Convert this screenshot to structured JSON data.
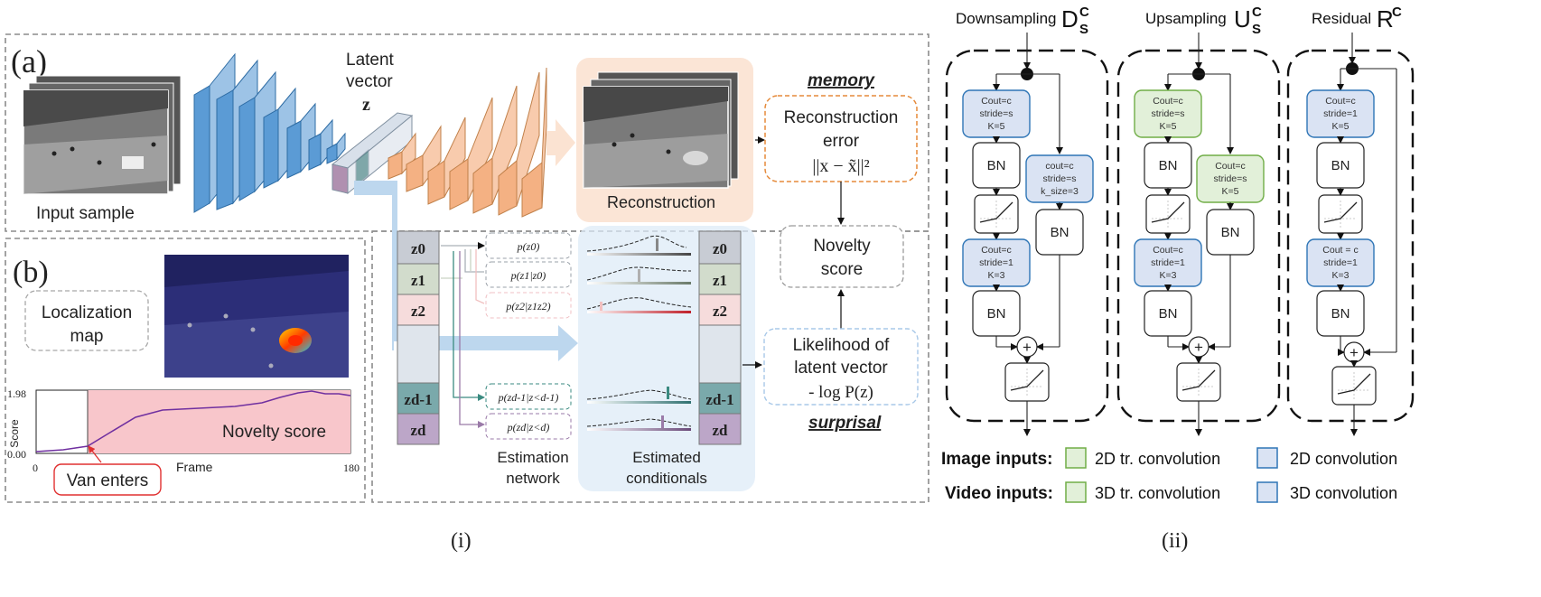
{
  "panel_a": {
    "tag": "(a)",
    "input_label": "Input sample",
    "latent_label_1": "Latent",
    "latent_label_2": "vector",
    "latent_symbol": "z",
    "reconstruction_label": "Reconstruction",
    "memory_label": "memory",
    "recon_error_1": "Reconstruction",
    "recon_error_2": "error",
    "recon_formula": "||x − x̃||²",
    "novelty_1": "Novelty",
    "novelty_2": "score",
    "likelihood_1": "Likelihood of",
    "likelihood_2": "latent vector",
    "likelihood_3": "- log P(z)",
    "surprisal_label": "surprisal",
    "z_left": [
      "z0",
      "z1",
      "z2",
      "",
      "zd-1",
      "zd"
    ],
    "z_right": [
      "z0",
      "z1",
      "z2",
      "",
      "zd-1",
      "zd"
    ],
    "probs": [
      "p(z0)",
      "p(z1|z0)",
      "p(z2|z1z2)",
      "p(zd-1|z<d-1)",
      "p(zd|z<d)"
    ],
    "estimation_1": "Estimation",
    "estimation_2": "network",
    "estimated_1": "Estimated",
    "estimated_2": "conditionals"
  },
  "panel_b": {
    "tag": "(b)",
    "localization_1": "Localization",
    "localization_2": "map",
    "y_top": "1.98",
    "y_bottom": "0.00",
    "y_label": "Score",
    "x_left": "0",
    "x_label": "Frame",
    "x_right": "180",
    "novelty_label": "Novelty score",
    "van_label": "Van enters"
  },
  "panel_ii": {
    "down_title": "Downsampling",
    "down_sym": "D",
    "up_title": "Upsampling",
    "up_sym": "U",
    "res_title": "Residual",
    "res_sym": "R",
    "sup": "C",
    "sub": "S",
    "down_conv1": [
      "Cout=c",
      "stride=s",
      "K=5"
    ],
    "down_conv2": [
      "Cout=c",
      "stride=1",
      "K=3"
    ],
    "down_skip": [
      "cout=c",
      "stride=s",
      "k_size=3"
    ],
    "up_conv1": [
      "Cout=c",
      "stride=s",
      "K=5"
    ],
    "up_conv2": [
      "Cout=c",
      "stride=1",
      "K=3"
    ],
    "up_skip": [
      "Cout=c",
      "stride=s",
      "K=5"
    ],
    "res_conv1": [
      "Cout=c",
      "stride=1",
      "K=5"
    ],
    "res_conv2": [
      "Cout = c",
      "stride=1",
      "K=3"
    ],
    "bn": "BN",
    "plus": "+",
    "image_inputs": "Image inputs:",
    "video_inputs": "Video inputs:",
    "tr2d": "2D tr. convolution",
    "c2d": "2D convolution",
    "tr3d": "3D tr. convolution",
    "c3d": "3D convolution"
  },
  "captions": {
    "i": "(i)",
    "ii": "(ii)"
  },
  "colors": {
    "encoder_blue": "#5b9bd5",
    "decoder_orange": "#f4b183",
    "conv_blue_fill": "#dae3f3",
    "conv_blue_stroke": "#2e75b6",
    "conv_green_fill": "#e2f0d9",
    "conv_green_stroke": "#70ad47",
    "novelty_pink": "#f8c6cb",
    "curve_purple": "#7030a0",
    "van_red": "#e03030",
    "recon_error_orange": "#e58a3a"
  }
}
